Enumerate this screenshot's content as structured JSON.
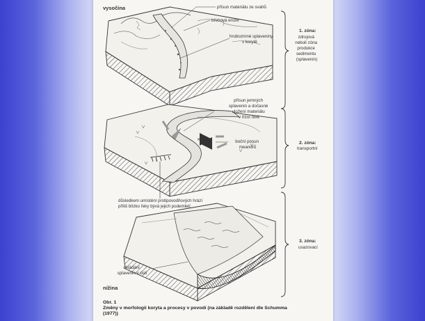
{
  "corner_labels": {
    "top": "vysočina",
    "bottom": "nížina"
  },
  "zone1": {
    "labels": {
      "supply": "přísun materiálu ze svahů",
      "erosion": "břehová eroze",
      "coarse": [
        "hrubozrnné splaveniny",
        "v korytě"
      ]
    },
    "title": "1. zóna:",
    "desc": [
      "zdrojová",
      "neboli zóna",
      "produkce",
      "sedimentu",
      "(splavenin)"
    ]
  },
  "zone2": {
    "labels": {
      "fine": [
        "přísun jemných",
        "splavenin a dočasné",
        "uložení materiálu",
        "v říční nivě"
      ],
      "shift": [
        "boční posun",
        "meandrů"
      ]
    },
    "title": "2. zóna:",
    "desc": [
      "transportní"
    ]
  },
  "levee_note": [
    "důsledkem umístění protipovodňových hrází",
    "příliš blízko řeky bývá jejich podemletí"
  ],
  "zone3": {
    "labels": {
      "deposit": [
        "ukládání",
        "splavenin v ústí"
      ]
    },
    "title": "3. zóna:",
    "desc": [
      "usazovací"
    ]
  },
  "caption": {
    "number": "Obr. 1",
    "line1": "Změny v morfologii koryta a procesy v povodí (na základě rozdělení dle Schumma",
    "line2": "(1977))"
  }
}
